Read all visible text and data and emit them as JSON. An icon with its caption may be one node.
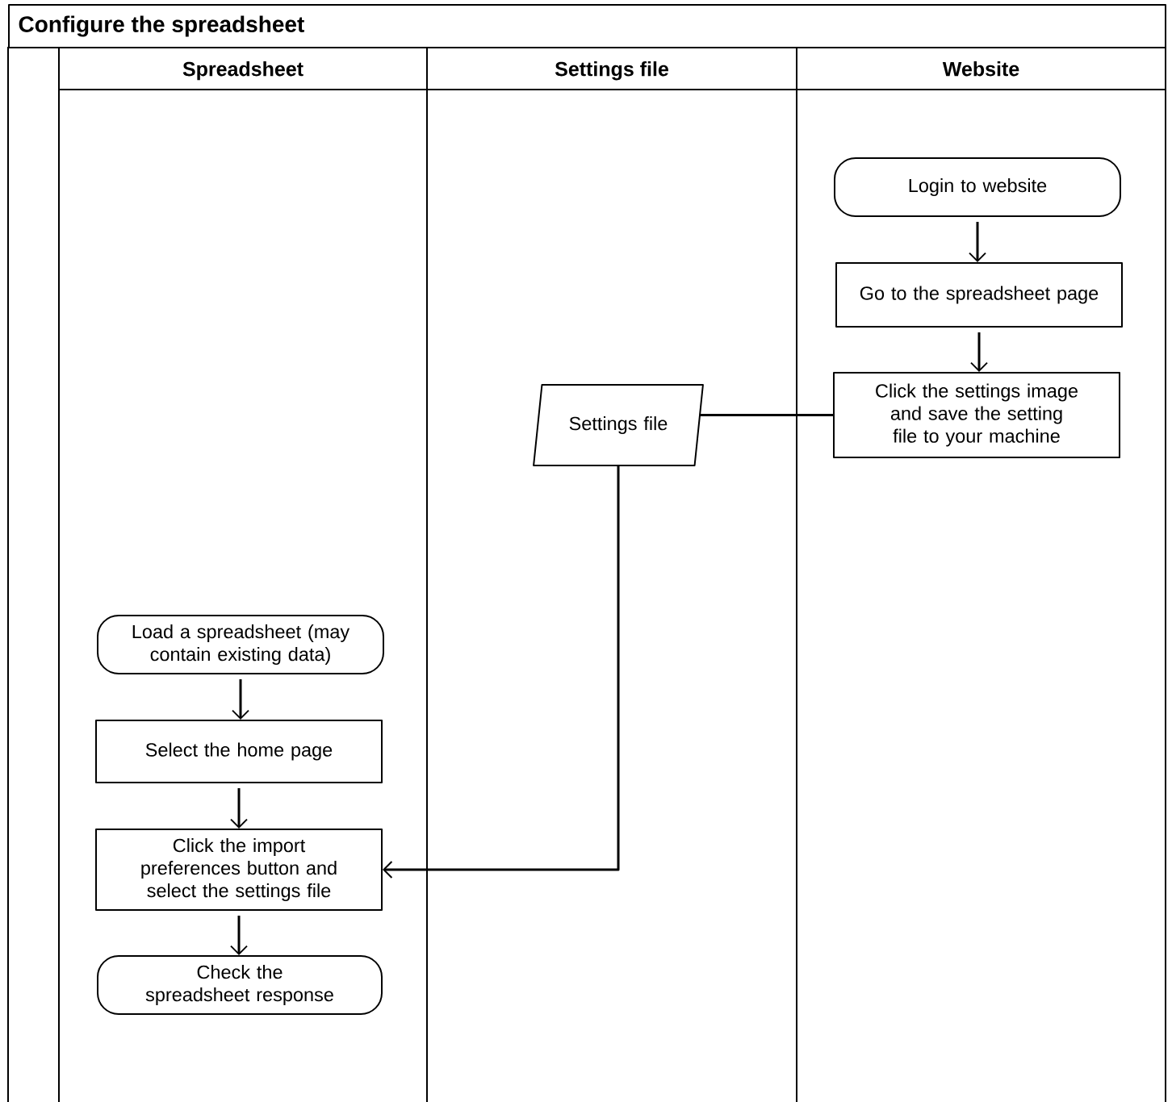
{
  "diagram": {
    "title": "Configure the spreadsheet",
    "nodes": [
      {
        "text": [
          "Spreadsheet"
        ]
      },
      {
        "text": [
          "Settings file"
        ]
      },
      {
        "text": [
          "Website"
        ]
      },
      {
        "text": [
          "Login to website"
        ],
        "in": 2
      },
      {
        "text": [
          "Go to the spreadsheet page"
        ],
        "in": 2
      },
      {
        "text": [
          "Click the settings image and save the setting file to your machine"
        ],
        "in": 2
      },
      {
        "text": [
          "Settings file"
        ],
        "in": 1
      },
      {
        "text": [
          "Load a spreadsheet (may contain existing data)"
        ],
        "in": 0
      },
      {
        "text": [
          "Select the home page"
        ],
        "in": 0
      },
      {
        "text": [
          "Click the import preferences button and select the settings file"
        ],
        "in": 0
      },
      {
        "text": [
          "Check the spreadsheet response"
        ],
        "in": 0
      }
    ],
    "edges": [
      {
        "from": 3,
        "to": 4,
        "arrow": "to"
      },
      {
        "from": 4,
        "to": 5,
        "arrow": "to"
      },
      {
        "from": 5,
        "to": 6,
        "arrow": "none"
      },
      {
        "from": 6,
        "to": 9,
        "arrow": "to"
      },
      {
        "from": 7,
        "to": 8,
        "arrow": "to"
      },
      {
        "from": 8,
        "to": 9,
        "arrow": "to"
      },
      {
        "from": 9,
        "to": 10,
        "arrow": "to"
      }
    ]
  }
}
